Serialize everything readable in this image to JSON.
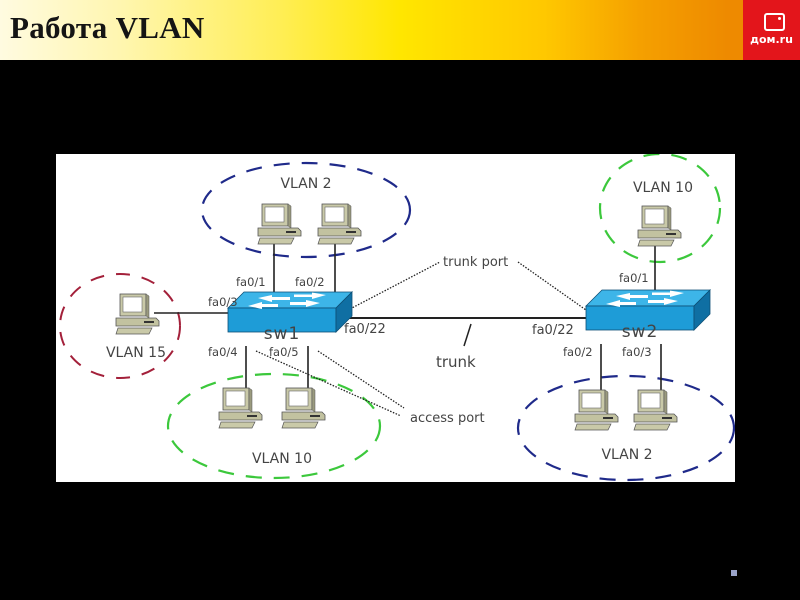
{
  "slide": {
    "title": "Работа VLAN",
    "logo_text": "дом.ru"
  },
  "diagram": {
    "switches": [
      {
        "id": "sw1",
        "label": "sw1"
      },
      {
        "id": "sw2",
        "label": "sw2"
      }
    ],
    "vlan_groups": [
      {
        "id": "sw1-vlan2",
        "label": "VLAN 2",
        "color": "#1f2a8a"
      },
      {
        "id": "sw1-vlan15",
        "label": "VLAN 15",
        "color": "#a3203a"
      },
      {
        "id": "sw1-vlan10",
        "label": "VLAN 10",
        "color": "#3cc83c"
      },
      {
        "id": "sw2-vlan10",
        "label": "VLAN 10",
        "color": "#3cc83c"
      },
      {
        "id": "sw2-vlan2",
        "label": "VLAN 2",
        "color": "#1f2a8a"
      }
    ],
    "ports": {
      "sw1": [
        "fa0/1",
        "fa0/2",
        "fa0/3",
        "fa0/4",
        "fa0/5",
        "fa0/22"
      ],
      "sw2": [
        "fa0/1",
        "fa0/2",
        "fa0/3",
        "fa0/22"
      ]
    },
    "annotations": {
      "trunk_port": "trunk port",
      "trunk": "trunk",
      "access_port": "access port"
    },
    "switch_color": "#1e9cd7"
  }
}
